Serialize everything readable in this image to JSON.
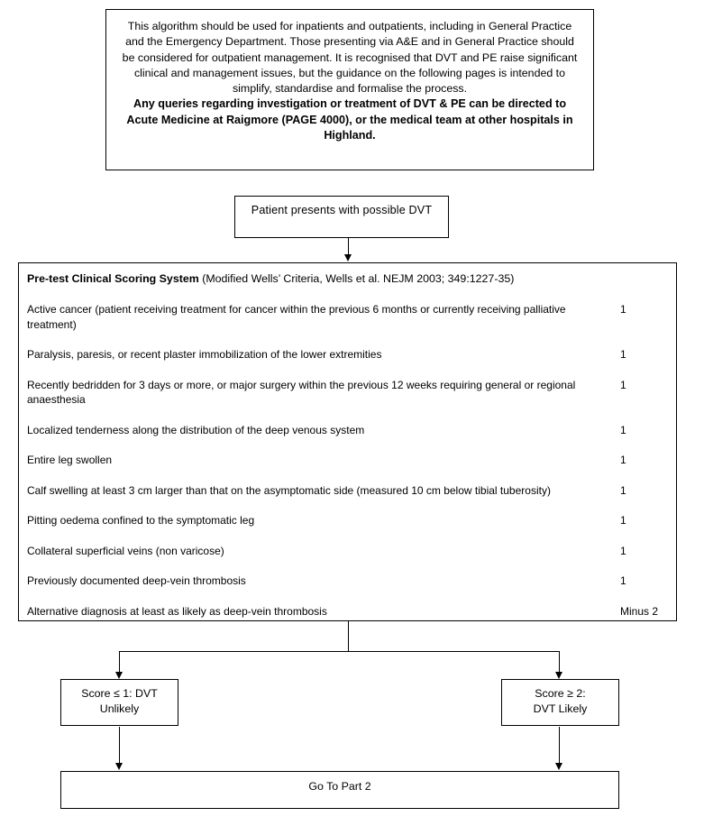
{
  "intro": {
    "paragraphs": [
      {
        "text": "This algorithm should be used for inpatients and outpatients, including in General Practice and the Emergency Department. Those presenting via A&E and in General Practice should be considered for outpatient management. It is recognised that DVT and PE raise significant clinical and management issues, but the guidance on the following pages is intended to simplify, standardise and formalise the process.",
        "bold": false
      },
      {
        "text": "Any queries regarding investigation or treatment of DVT & PE can be directed to Acute Medicine at Raigmore (PAGE 4000), or the medical team at other hospitals in Highland.",
        "bold": true
      }
    ]
  },
  "patient_box": {
    "label": "Patient presents with possible DVT"
  },
  "scoring": {
    "header_bold": "Pre-test Clinical Scoring System",
    "header_rest": " (Modified Wells’ Criteria, Wells et al. NEJM 2003; 349:1227-35)",
    "criteria": [
      {
        "label": "Active cancer (patient receiving treatment for cancer within the previous 6 months or currently receiving palliative treatment)",
        "points": "1"
      },
      {
        "label": "Paralysis, paresis, or recent plaster immobilization of the lower extremities",
        "points": "1"
      },
      {
        "label": "Recently bedridden for 3 days or more, or major surgery within the previous 12 weeks requiring general or regional anaesthesia",
        "points": "1"
      },
      {
        "label": "Localized tenderness along the distribution of the deep venous system",
        "points": "1"
      },
      {
        "label": "Entire leg swollen",
        "points": "1"
      },
      {
        "label": "Calf swelling at least 3 cm larger than that on the asymptomatic side (measured 10 cm below tibial tuberosity)",
        "points": "1"
      },
      {
        "label": "Pitting oedema confined to the symptomatic leg",
        "points": "1"
      },
      {
        "label": "Collateral superficial veins (non varicose)",
        "points": "1"
      },
      {
        "label": "Previously documented deep-vein thrombosis",
        "points": "1"
      },
      {
        "label": "Alternative diagnosis at least as likely as deep-vein thrombosis",
        "points": "Minus 2"
      }
    ]
  },
  "decisions": {
    "left": {
      "line1": "Score ≤ 1: DVT",
      "line2": "Unlikely"
    },
    "right": {
      "line1": "Score ≥ 2:",
      "line2": "DVT Likely"
    }
  },
  "goto": {
    "label": "Go To Part 2"
  },
  "colors": {
    "border": "#000000",
    "text": "#000000",
    "background": "#ffffff"
  }
}
